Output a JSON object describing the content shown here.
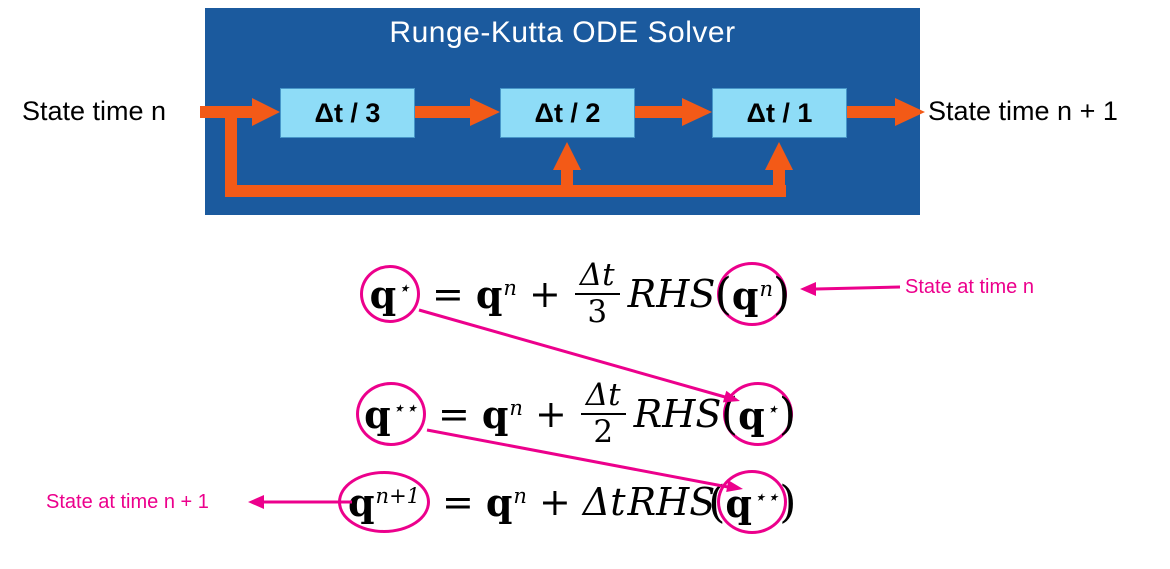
{
  "diagram": {
    "title": "Runge-Kutta ODE Solver",
    "input_label": "State time n",
    "output_label": "State time n + 1",
    "stages": [
      {
        "label": "Δt / 3"
      },
      {
        "label": "Δt / 2"
      },
      {
        "label": "Δt / 1"
      }
    ],
    "colors": {
      "panel_blue": "#1b5a9e",
      "stage_cyan": "#8edcf7",
      "arrow_orange": "#f35a17",
      "accent_pink": "#ec008c"
    }
  },
  "math": {
    "q": "q",
    "equals": "=",
    "plus": "+",
    "delta_t": "Δt",
    "rhs": "RHS",
    "lparen": "(",
    "rparen": ")"
  },
  "equations": [
    {
      "lhs_sup": "⋆",
      "prev_sup": "n",
      "den": "3",
      "arg_sup": "n"
    },
    {
      "lhs_sup": "⋆⋆",
      "prev_sup": "n",
      "den": "2",
      "arg_sup": "⋆"
    },
    {
      "lhs_sup": "n+1",
      "prev_sup": "n",
      "coeff": "Δt",
      "arg_sup": "⋆⋆"
    }
  ],
  "annotations": {
    "state_n": "State at time n",
    "state_n_plus_1": "State at time n + 1"
  }
}
